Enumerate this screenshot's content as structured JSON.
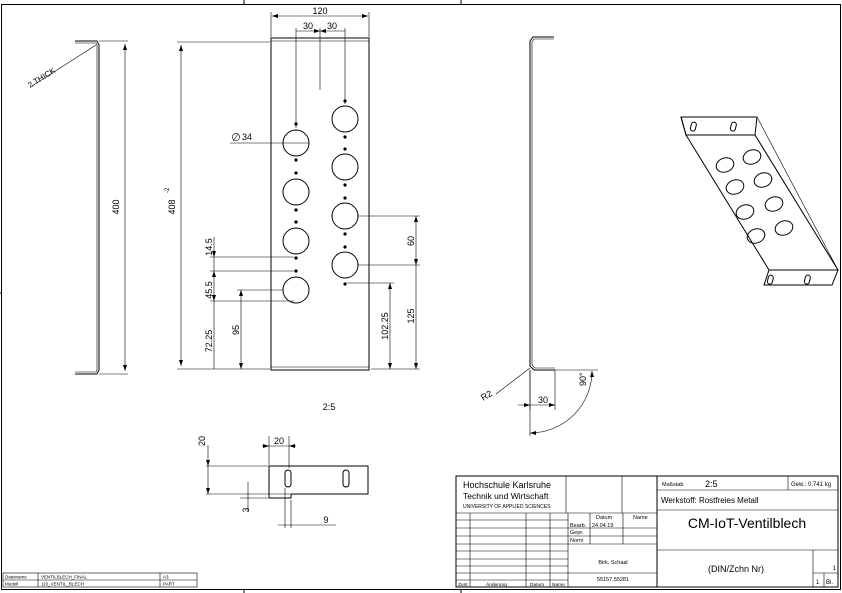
{
  "dims": {
    "width_total": "120",
    "hole_offset_a": "30",
    "hole_offset_b": "30",
    "hole_dia": "34",
    "length_left": "400",
    "length_total": "408",
    "length_tol": "-2",
    "d14_5": "14.5",
    "d45_5": "45.5",
    "d72_25": "72.25",
    "d95": "95",
    "d60": "60",
    "d102_25": "102.25",
    "d125": "125",
    "thickness_note": "2 THICK",
    "radius": "R2",
    "bend_len": "30",
    "angle": "90°",
    "scale_label": "2:5",
    "side_20a": "20",
    "side_20b": "20",
    "side_3": "3",
    "side_9": "9"
  },
  "title_block": {
    "school_line1": "Hochschule Karlsruhe",
    "school_line2": "Technik und Wirtschaft",
    "school_line3": "UNIVERSITY OF APPLIED SCIENCES",
    "col_datum": "Datum",
    "col_name": "Name",
    "row_bearb": "Bearb.",
    "bearb_date": "24.04.19",
    "row_gepr": "Gepr.",
    "row_norm": "Norm",
    "names": "Birk, Schaal",
    "ids": "55157,55281",
    "foot_zust": "Zust.",
    "foot_aenderung": "Änderung",
    "foot_datum": "Datum",
    "foot_name": "Name",
    "massstab_label": "Maßstab",
    "massstab_value": "2:5",
    "gewicht": "Gew.: 0.741 kg",
    "werkstoff": "Werkstoff: Rostfreies Metall",
    "part_title": "CM-IoT-Ventilblech",
    "drawing_no": "(DIN/Zchn Nr)",
    "sheet_no": "1",
    "sheet_total": "1",
    "sheet_label": "Bl."
  },
  "file_block": {
    "label_dateiname": "Dateiname",
    "value_dateiname": "VENTILBLECH_FINAL",
    "format": "A3",
    "label_modell": "Modell",
    "value_modell": "110_VENTIL_BLECH",
    "type": "PART"
  }
}
